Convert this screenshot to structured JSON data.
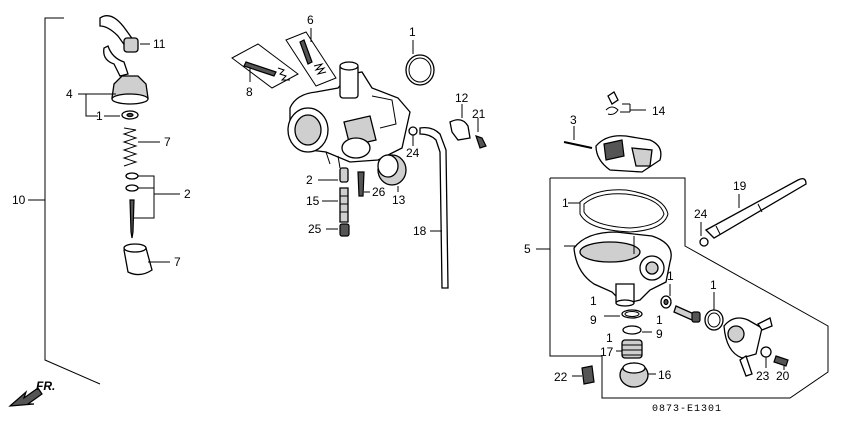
{
  "labels": {
    "p1": "1",
    "p2": "2",
    "p3": "3",
    "p4": "4",
    "p5": "5",
    "p6": "6",
    "p7": "7",
    "p8": "8",
    "p9": "9",
    "p10": "10",
    "p11": "11",
    "p12": "12",
    "p13": "13",
    "p14": "14",
    "p15": "15",
    "p16": "16",
    "p17": "17",
    "p18": "18",
    "p19": "19",
    "p20": "20",
    "p21": "21",
    "p22": "22",
    "p23": "23",
    "p24": "24",
    "p25": "25",
    "p26": "26"
  },
  "front_marker": "FR.",
  "diagram_code": "0873-E1301"
}
